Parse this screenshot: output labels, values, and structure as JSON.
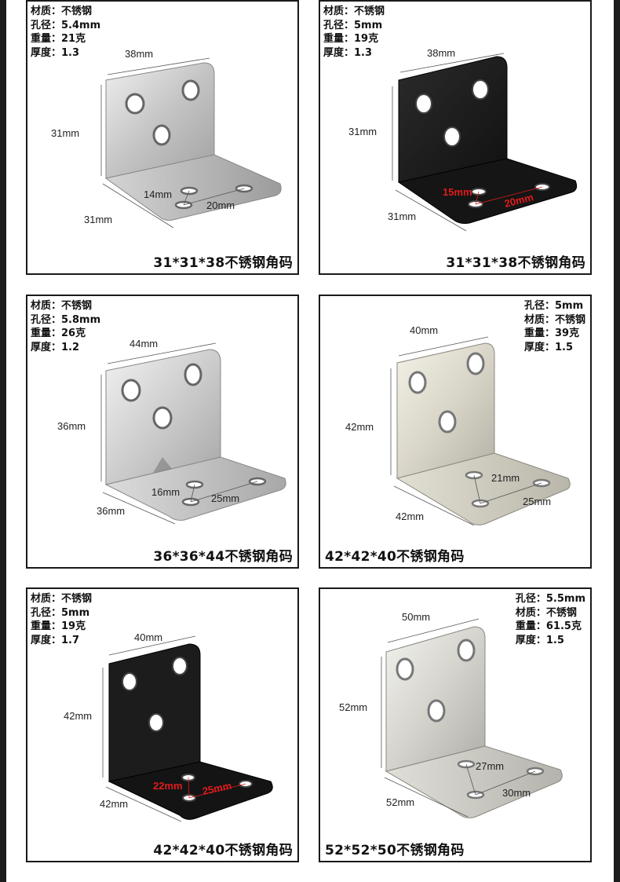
{
  "labels": {
    "material": "材质：",
    "hole": "孔径：",
    "weight": "重量：",
    "thickness": "厚度："
  },
  "colors": {
    "steel_light": "#e6e6e6",
    "steel_mid": "#bdbdbd",
    "steel_dark": "#8a8a8a",
    "black_finish": "#1b1b1b",
    "red_dimension": "#e11b1b"
  },
  "panels": [
    {
      "finish": "stainless",
      "specs": {
        "material": "不锈钢",
        "hole": "5.4mm",
        "weight": "21克",
        "thickness": "1.3"
      },
      "dims": {
        "width": "38mm",
        "height": "31mm",
        "depth": "31mm",
        "hole_gap": "14mm",
        "hole_span": "20mm"
      },
      "caption": "31*31*38不锈钢角码"
    },
    {
      "finish": "black",
      "specs": {
        "material": "不锈钢",
        "hole": "5mm",
        "weight": "19克",
        "thickness": "1.3"
      },
      "dims": {
        "width": "38mm",
        "height": "31mm",
        "depth": "31mm",
        "hole_gap": "15mm",
        "hole_span": "20mm"
      },
      "caption": "31*31*38不锈钢角码"
    },
    {
      "finish": "stainless",
      "specs": {
        "material": "不锈钢",
        "hole": "5.8mm",
        "weight": "26克",
        "thickness": "1.2"
      },
      "dims": {
        "width": "44mm",
        "height": "36mm",
        "depth": "36mm",
        "hole_gap": "16mm",
        "hole_span": "25mm"
      },
      "caption": "36*36*44不锈钢角码"
    },
    {
      "finish": "stainless",
      "specs": {
        "hole": "5mm",
        "material": "不锈钢",
        "weight": "39克",
        "thickness": "1.5"
      },
      "dims": {
        "width": "40mm",
        "height": "42mm",
        "depth": "42mm",
        "hole_gap": "21mm",
        "hole_span": "25mm"
      },
      "caption": "42*42*40不锈钢角码"
    },
    {
      "finish": "black",
      "specs": {
        "material": "不锈钢",
        "hole": "5mm",
        "weight": "19克",
        "thickness": "1.7"
      },
      "dims": {
        "width": "40mm",
        "height": "42mm",
        "depth": "42mm",
        "hole_gap": "22mm",
        "hole_span": "25mm"
      },
      "caption": "42*42*40不锈钢角码"
    },
    {
      "finish": "stainless",
      "specs": {
        "hole": "5.5mm",
        "material": "不锈钢",
        "weight": "61.5克",
        "thickness": "1.5"
      },
      "dims": {
        "width": "50mm",
        "height": "52mm",
        "depth": "52mm",
        "hole_gap": "27mm",
        "hole_span": "30mm"
      },
      "caption": "52*52*50不锈钢角码"
    }
  ]
}
